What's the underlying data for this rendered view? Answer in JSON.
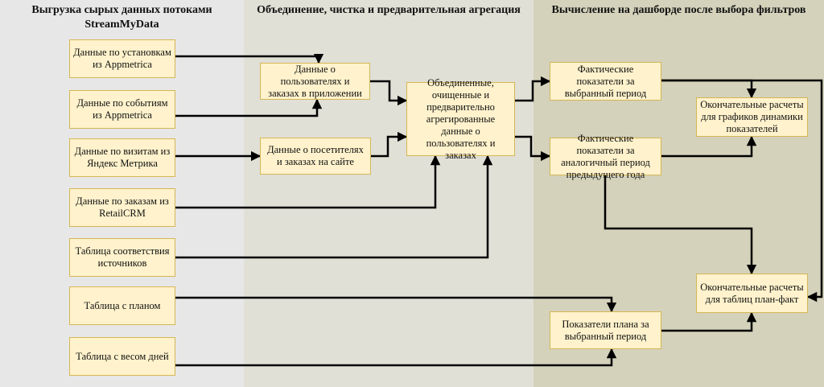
{
  "lanes": {
    "extract": "Выгрузка сырых данных потоками StreamMyData",
    "merge": "Объединение, чистка и предварительная агрегация",
    "dashboard": "Вычисление на дашборде после выбора фильтров"
  },
  "sources": {
    "installs": "Данные по установкам из Appmetrica",
    "events": "Данные по событиям из Appmetrica",
    "visits": "Данные по визитам из Яндекс Метрика",
    "orders": "Данные по заказам из RetailCRM",
    "mapping": "Таблица соответствия источников",
    "plan": "Таблица с планом",
    "day_weights": "Таблица с весом дней"
  },
  "intermediate": {
    "app_users": "Данные о пользователях и заказах в приложении",
    "site_visitors": "Данные о посетителях и заказах на сайте",
    "merged": "Объединенные, очищенные и предварительно агрегированные данные о пользователях и заказах"
  },
  "dashboard": {
    "actual": "Фактические показатели за выбранный период",
    "actual_prev_year": "Фактические показатели за аналогичный период предыдущего года",
    "final_dynamics": "Окончательные расчеты для графиков динамики показателей",
    "final_plan_fact": "Окончательные расчеты для таблиц план-факт",
    "plan_metrics": "Показатели плана за выбранный период"
  }
}
